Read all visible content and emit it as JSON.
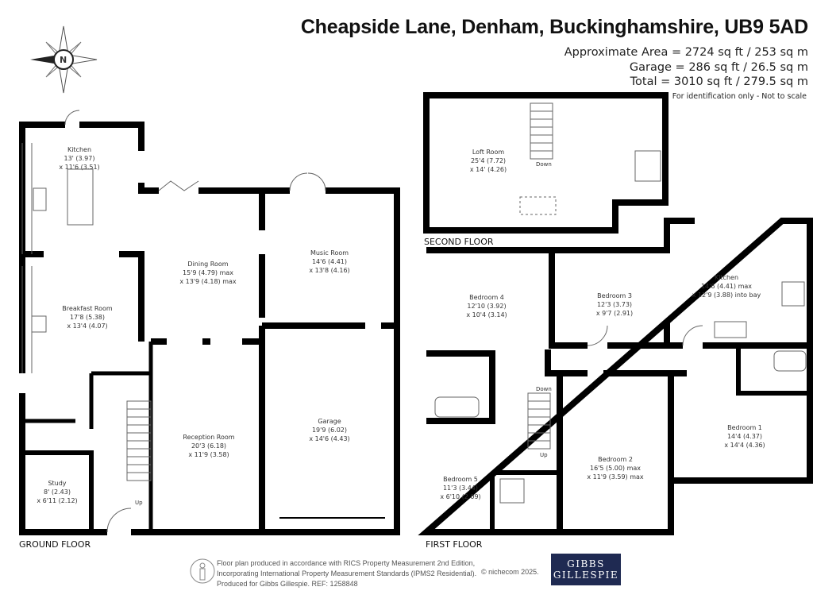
{
  "header": {
    "title": "Cheapside Lane, Denham, Buckinghamshire, UB9 5AD",
    "approximate_area": "Approximate Area = 2724 sq ft / 253 sq m",
    "garage_area": "Garage = 286 sq ft / 26.5 sq m",
    "total_area": "Total = 3010 sq ft / 279.5 sq m",
    "note": "For identification only - Not to scale"
  },
  "compass": {
    "label": "N"
  },
  "ground_floor": {
    "label": "GROUND FLOOR",
    "rooms": [
      {
        "name": "Kitchen",
        "dim1": "13' (3.97)",
        "dim2": "x 11'6 (3.51)"
      },
      {
        "name": "Breakfast Room",
        "dim1": "17'8 (5.38)",
        "dim2": "x 13'4 (4.07)"
      },
      {
        "name": "Dining Room",
        "dim1": "15'9 (4.79) max",
        "dim2": "x 13'9 (4.18) max"
      },
      {
        "name": "Music Room",
        "dim1": "14'6 (4.41)",
        "dim2": "x 13'8 (4.16)"
      },
      {
        "name": "Garage",
        "dim1": "19'9 (6.02)",
        "dim2": "x 14'6 (4.43)"
      },
      {
        "name": "Reception Room",
        "dim1": "20'3 (6.18)",
        "dim2": "x 11'9 (3.58)"
      },
      {
        "name": "Study",
        "dim1": "8' (2.43)",
        "dim2": "x 6'11 (2.12)"
      }
    ],
    "stairs_label": "Up"
  },
  "second_floor": {
    "label": "SECOND FLOOR",
    "rooms": [
      {
        "name": "Loft Room",
        "dim1": "25'4 (7.72)",
        "dim2": "x 14' (4.26)"
      }
    ],
    "stairs_label": "Down"
  },
  "first_floor": {
    "label": "FIRST FLOOR",
    "rooms": [
      {
        "name": "Bedroom 4",
        "dim1": "12'10 (3.92)",
        "dim2": "x 10'4 (3.14)"
      },
      {
        "name": "Bedroom 3",
        "dim1": "12'3 (3.73)",
        "dim2": "x 9'7 (2.91)"
      },
      {
        "name": "Kitchen",
        "dim1": "14'6 (4.41) max",
        "dim2": "x 12'9 (3.88) into bay"
      },
      {
        "name": "Bedroom 2",
        "dim1": "16'5 (5.00) max",
        "dim2": "x 11'9 (3.59) max"
      },
      {
        "name": "Bedroom 1",
        "dim1": "14'4 (4.37)",
        "dim2": "x 14'4 (4.36)"
      },
      {
        "name": "Bedroom 5",
        "dim1": "11'3 (3.44)",
        "dim2": "x 6'10 (2.09)"
      }
    ],
    "stairs_down": "Down",
    "stairs_up": "Up"
  },
  "footer": {
    "line1": "Floor plan produced in accordance with RICS Property Measurement 2nd Edition,",
    "line2": "Incorporating International Property Measurement Standards (IPMS2 Residential).",
    "line3": "Produced for Gibbs Gillespie.   REF:  1258848",
    "copyright": "© nichecom 2025.",
    "logo_line1": "GIBBS",
    "logo_line2": "GILLESPIE",
    "logo_color": "#1f2a52"
  }
}
